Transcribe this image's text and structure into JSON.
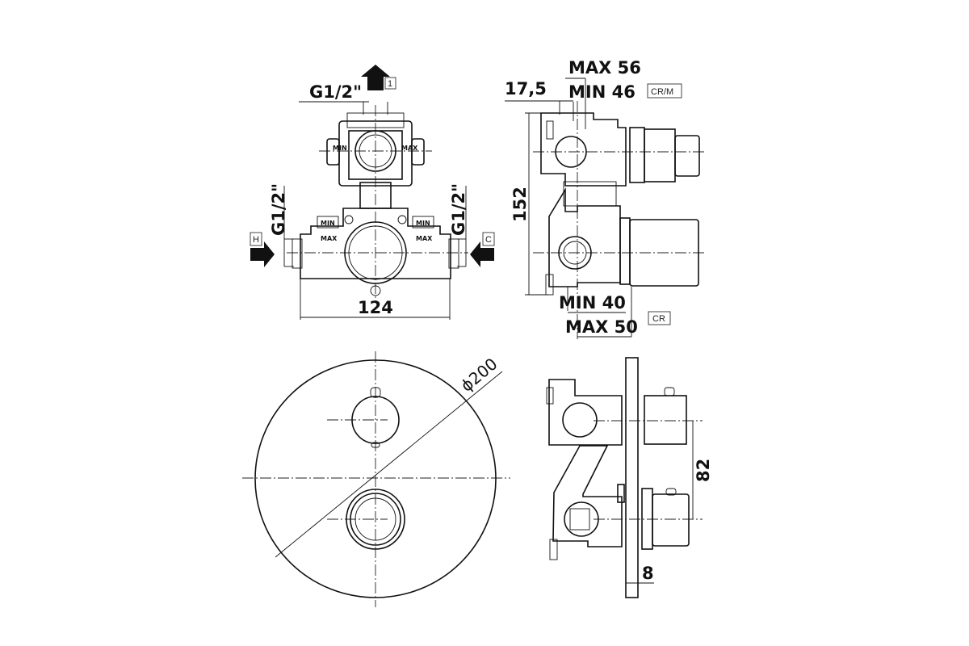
{
  "front_view": {
    "outlet_thread": "G1/2\"",
    "outlet_tag": "1",
    "hot_thread": "G1/2\"",
    "cold_thread": "G1/2\"",
    "hot_tag": "H",
    "cold_tag": "C",
    "width_dim": "124",
    "min_label": "MIN",
    "max_label": "MAX"
  },
  "side_view": {
    "height_dim": "152",
    "offset_dim": "17,5",
    "max_cr_m": "MAX 56",
    "min_cr_m": "MIN 46",
    "tag_cr_m": "CR/M",
    "min_cr": "MIN 40",
    "max_cr": "MAX 50",
    "tag_cr": "CR"
  },
  "plate_view": {
    "diameter_dim": "ϕ200"
  },
  "plate_side_view": {
    "spacing_dim": "82",
    "thickness_dim": "8"
  }
}
